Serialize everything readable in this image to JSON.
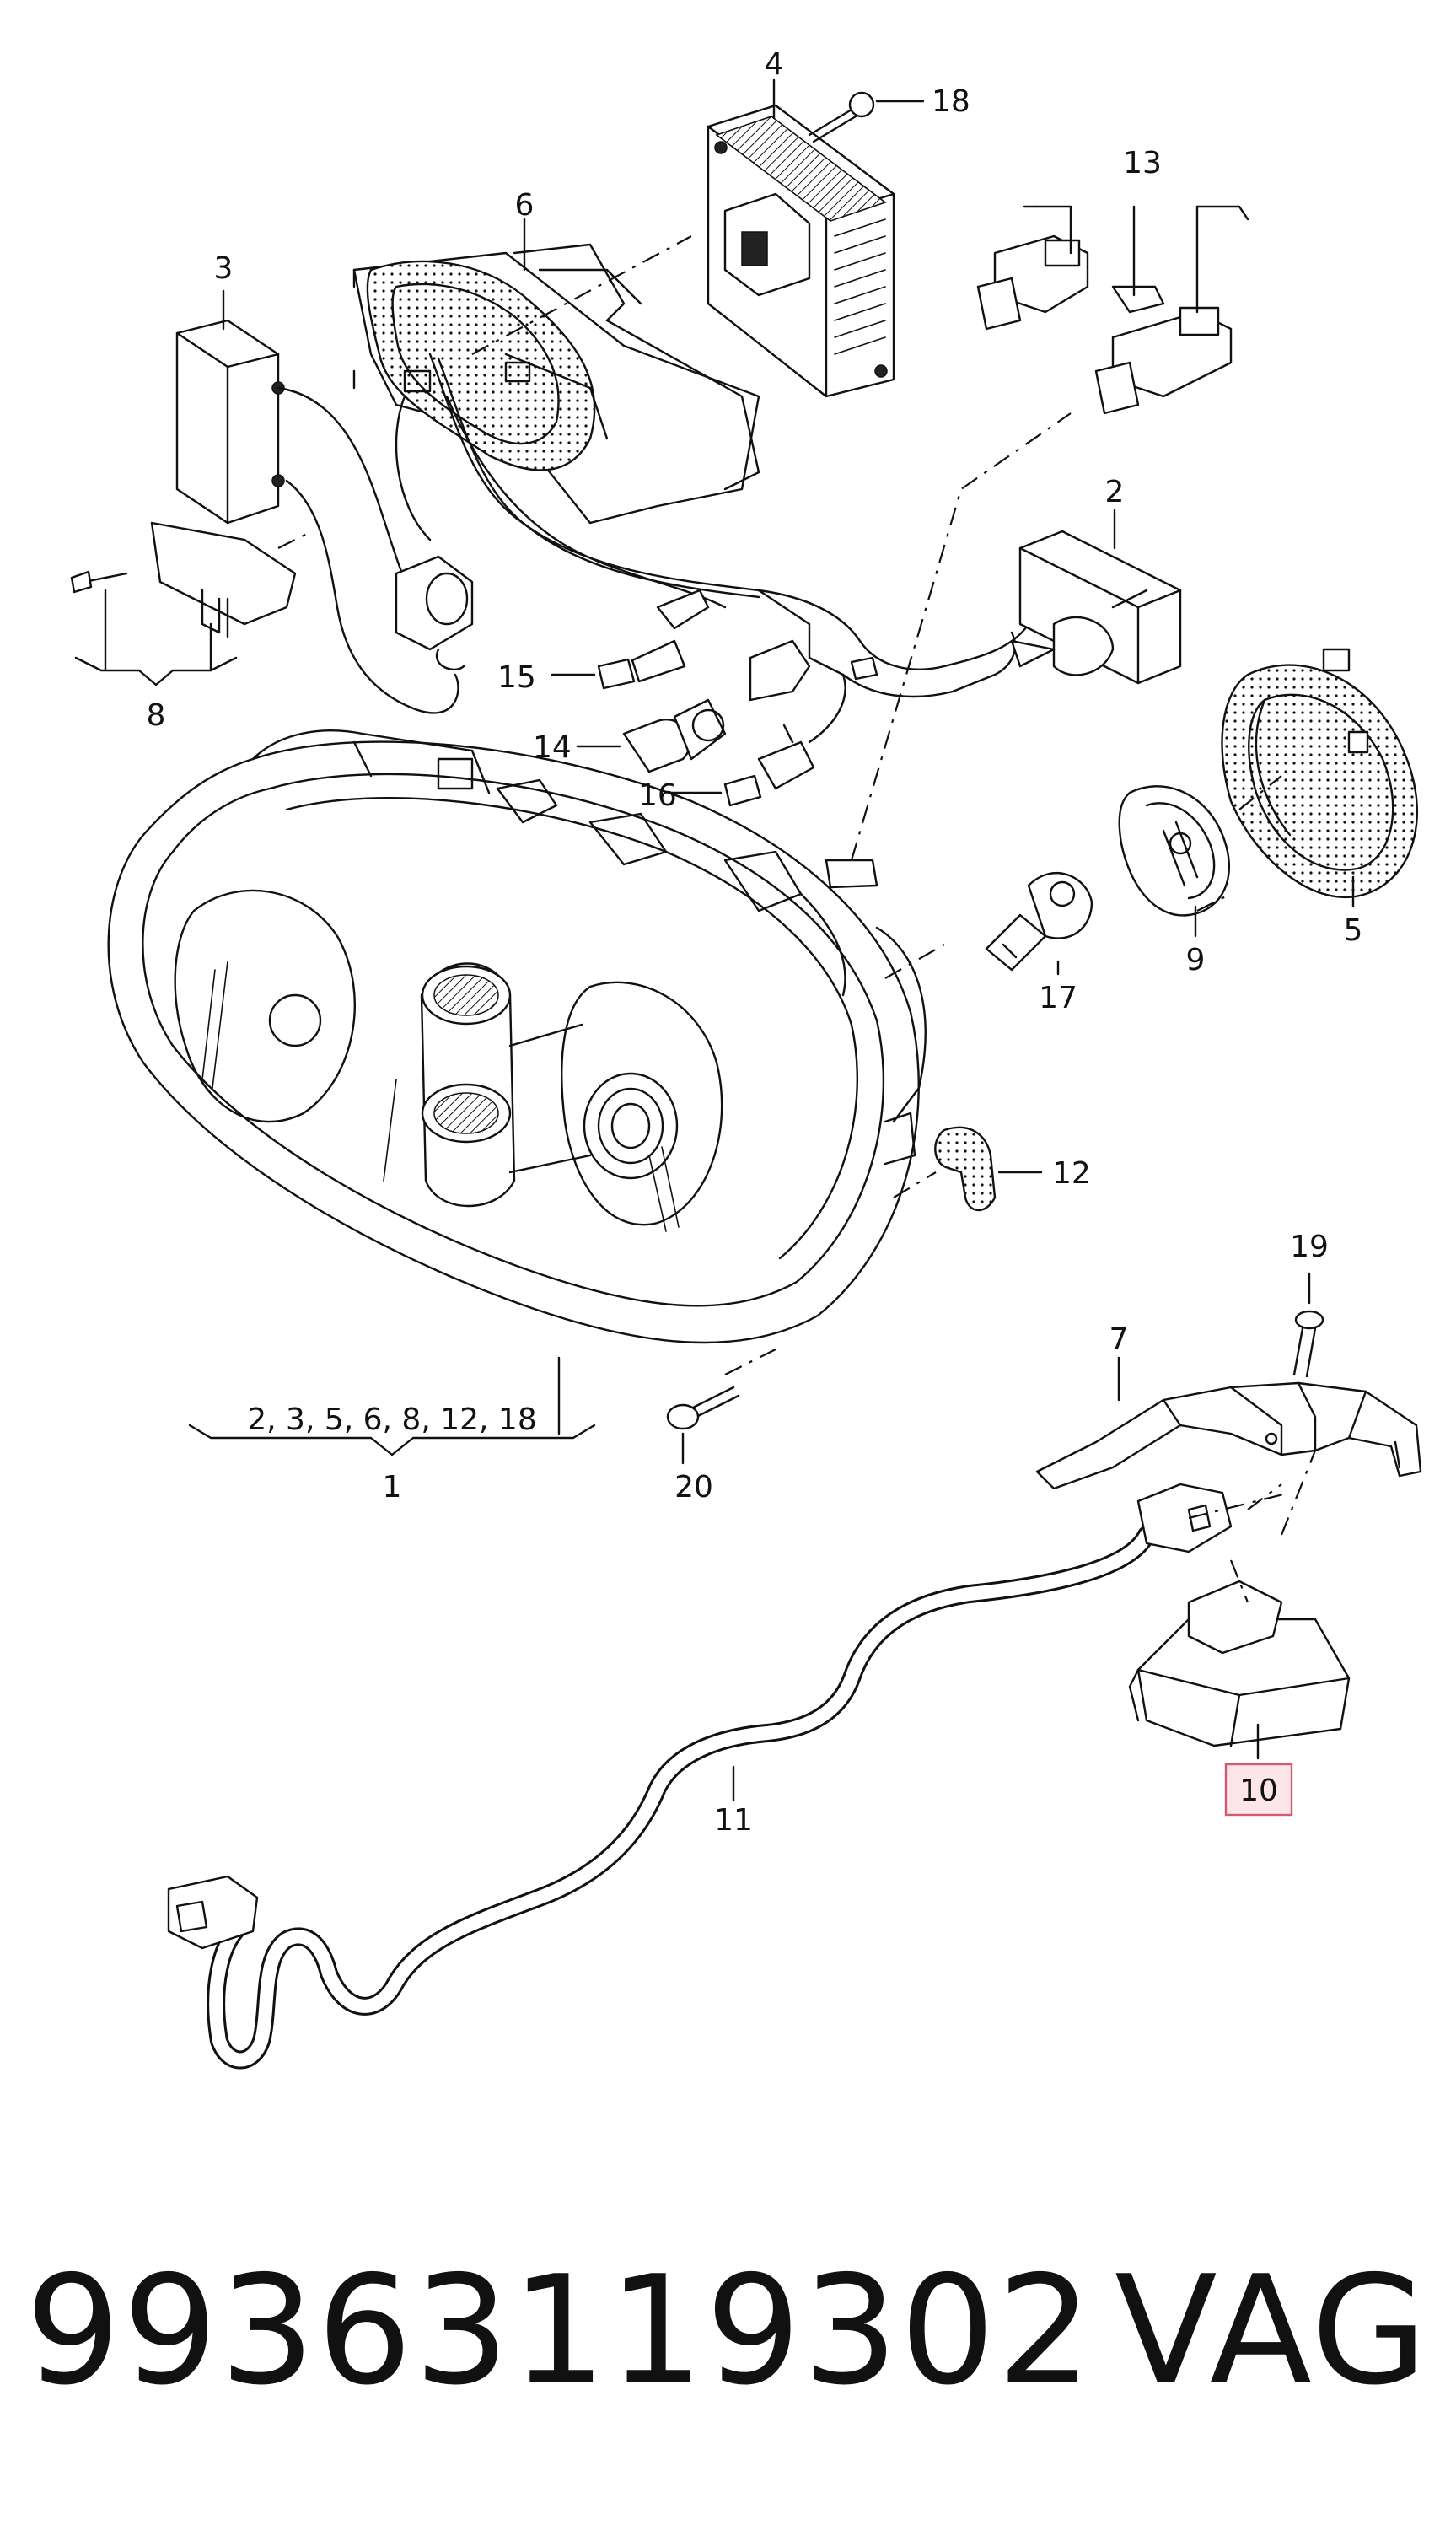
{
  "labels": {
    "p1": "1",
    "p2": "2",
    "p3": "3",
    "p4": "4",
    "p5": "5",
    "p6": "6",
    "p7": "7",
    "p8": "8",
    "p9": "9",
    "p10": "10",
    "p11": "11",
    "p12": "12",
    "p13": "13",
    "p14": "14",
    "p15": "15",
    "p16": "16",
    "p17": "17",
    "p18": "18",
    "p19": "19",
    "p20": "20",
    "p1_group": "2, 3, 5, 6, 8, 12, 18"
  },
  "footer": {
    "part_number": "99363119302",
    "brand": "VAG"
  },
  "colors": {
    "line": "#111111",
    "highlight_fill": "#fde6ea",
    "highlight_border": "#d35b6e"
  }
}
